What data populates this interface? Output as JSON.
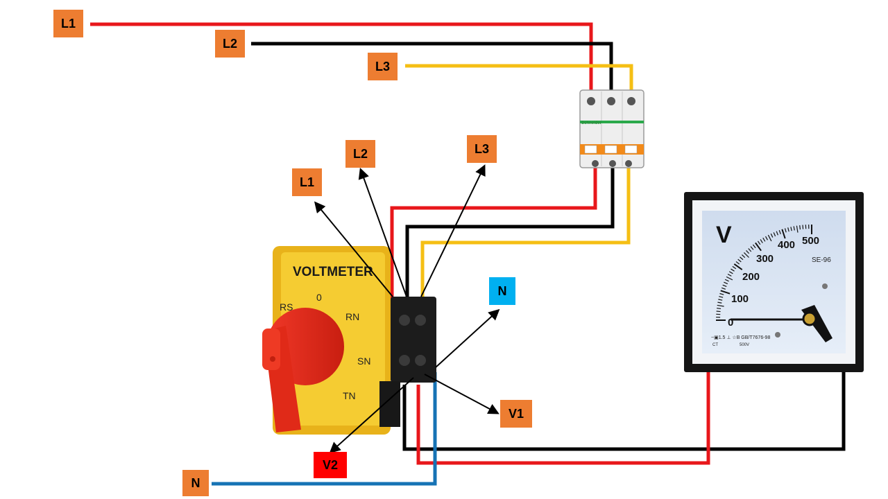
{
  "labels": {
    "supply_l1": "L1",
    "supply_l2": "L2",
    "supply_l3": "L3",
    "switch_l1": "L1",
    "switch_l2": "L2",
    "switch_l3": "L3",
    "switch_n": "N",
    "switch_v1": "V1",
    "switch_v2": "V2",
    "supply_n": "N"
  },
  "breaker": {
    "brand": "Schneider"
  },
  "selector_switch": {
    "title": "VOLTMETER",
    "positions": {
      "off": "0",
      "rs": "RS",
      "rn": "RN",
      "sn": "SN",
      "tn": "TN"
    }
  },
  "voltmeter": {
    "unit": "V",
    "scale": [
      "0",
      "100",
      "200",
      "300",
      "400",
      "500"
    ],
    "model": "SE-96",
    "spec_line": "~▣1.5 ⊥ ☆B  GB/T7676-98",
    "ct": "CT",
    "rating": "500V"
  },
  "colors": {
    "l1_wire": "#e8171b",
    "l2_wire": "#000000",
    "l3_wire": "#f5bf14",
    "neutral_wire": "#1673b5",
    "tag_orange": "#ed7d31",
    "tag_blue": "#00b0f0",
    "tag_red": "#ff0000"
  }
}
